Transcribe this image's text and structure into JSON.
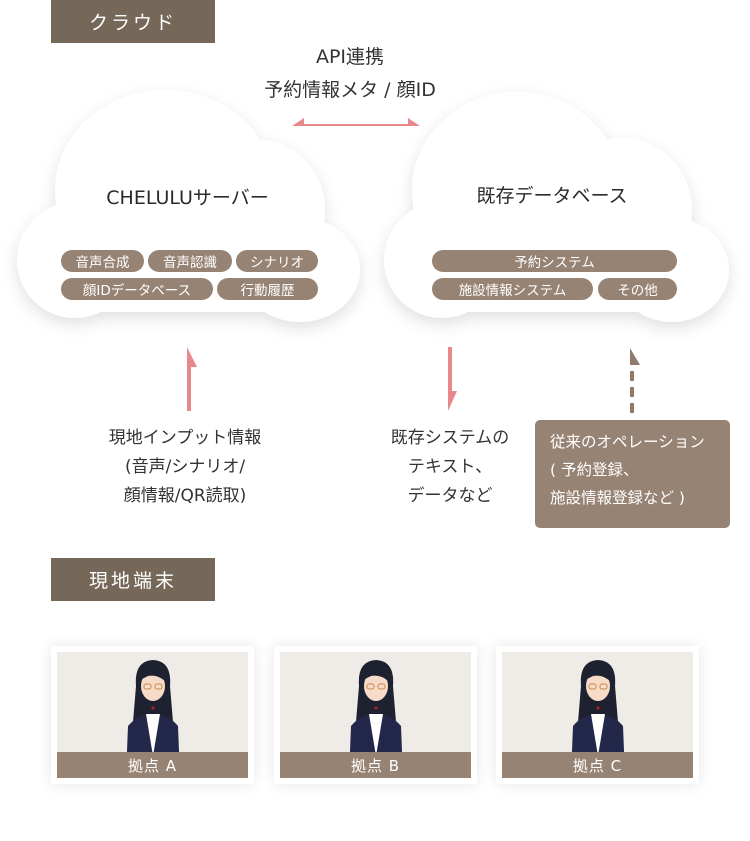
{
  "sections": {
    "cloud_label": "クラウド",
    "terminal_label": "現地端末"
  },
  "api_link": {
    "line1": "API連携",
    "line2": "予約情報メタ / 顔ID"
  },
  "clouds": {
    "chelulu": {
      "title": "CHELULUサーバー",
      "tags": [
        "音声合成",
        "音声認識",
        "シナリオ",
        "顔IDデータベース",
        "行動履歴"
      ]
    },
    "existing_db": {
      "title": "既存データベース",
      "tags": [
        "予約システム",
        "施設情報システム",
        "その他"
      ]
    }
  },
  "flows": {
    "local_input": {
      "direction": "up",
      "lines": [
        "現地インプット情報",
        "(音声/シナリオ/",
        "顔情報/QR読取)"
      ]
    },
    "existing_output": {
      "direction": "down",
      "lines": [
        "既存システムの",
        "テキスト、",
        "データなど"
      ]
    },
    "legacy_operation": {
      "direction": "up-dashed",
      "lines": [
        "従来のオペレーション",
        "( 予約登録、",
        "施設情報登録など )"
      ]
    }
  },
  "terminals": [
    {
      "label": "拠点 A",
      "icon": "receptionist-avatar"
    },
    {
      "label": "拠点 B",
      "icon": "receptionist-avatar"
    },
    {
      "label": "拠点 C",
      "icon": "receptionist-avatar"
    }
  ],
  "colors": {
    "label_bg": "#766859",
    "pill_bg": "#978373",
    "arrow_red": "#e8888a",
    "arrow_brown": "#8e7b6c",
    "screen_bg": "#efebe6"
  }
}
